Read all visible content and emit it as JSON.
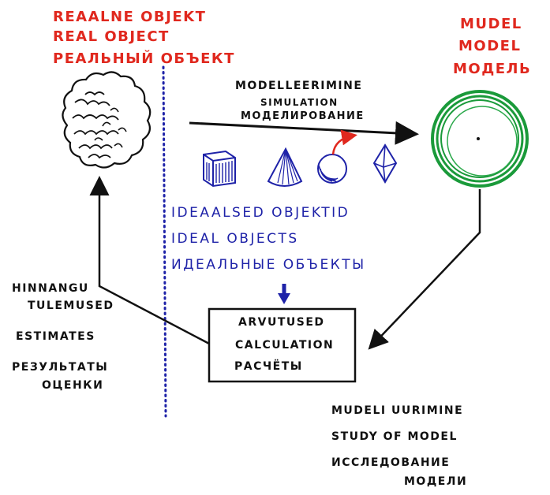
{
  "real_object": {
    "label_et": "REAALNE OBJEKT",
    "label_en": "REAL OBJECT",
    "label_ru": "РЕАЛЬНЫЙ ОБЪЕКТ"
  },
  "model": {
    "label_et": "MUDEL",
    "label_en": "MODEL",
    "label_ru": "МОДЕЛЬ"
  },
  "simulation": {
    "label_et": "MODELLEERIMINE",
    "label_en": "SIMULATION",
    "label_ru": "МОДЕЛИРОВАНИЕ"
  },
  "ideal_objects": {
    "label_et": "IDEAALSED OBJEKTID",
    "label_en": "IDEAL OBJECTS",
    "label_ru": "ИДЕАЛЬНЫЕ ОБЪЕКТЫ"
  },
  "calculation": {
    "label_et": "ARVUTUSED",
    "label_en": "CALCULATION",
    "label_ru": "РАСЧЁТЫ"
  },
  "estimates": {
    "label_et_1": "HINNANGU",
    "label_et_2": "TULEMUSED",
    "label_en": "ESTIMATES",
    "label_ru_1": "РЕЗУЛЬТАТЫ",
    "label_ru_2": "ОЦЕНКИ"
  },
  "study": {
    "label_et": "MUDELI UURIMINE",
    "label_en": "STUDY OF MODEL",
    "label_ru_1": "ИССЛЕДОВАНИЕ",
    "label_ru_2": "МОДЕЛИ"
  },
  "colors": {
    "red": "#e0281e",
    "blue": "#1e22a8",
    "green": "#1a9a3a",
    "black": "#111111"
  }
}
